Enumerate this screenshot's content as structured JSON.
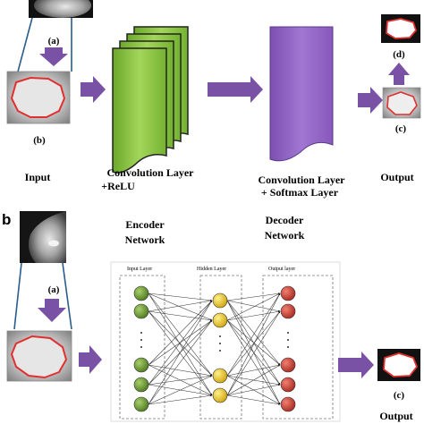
{
  "panel_b_letter": "b",
  "panel_a": {
    "labels": {
      "a": "(a)",
      "b": "(b)",
      "c": "(c)",
      "d": "(d)"
    },
    "input_label": "Input",
    "conv_label_line1": "Convolution Layer",
    "conv_label_line2": "+ReLU",
    "conv_softmax_line1": "Convolution Layer",
    "conv_softmax_line2": "+ Softmax Layer",
    "output_label": "Output"
  },
  "panel_b": {
    "labels": {
      "a": "(a)",
      "c": "(c)"
    },
    "encoder_line1": "Encoder",
    "encoder_line2": "Network",
    "decoder_line1": "Decoder",
    "decoder_line2": "Network",
    "input_layer": "Input Layer",
    "hidden_layer": "Hidden Layer",
    "output_layer": "Output layer",
    "output_label": "Output"
  },
  "colors": {
    "arrow": "#7a52a5",
    "green_layer": "#8cc63f",
    "purple_layer": "#8e5fc1",
    "input_node": "#6f9a3a",
    "hidden_node": "#e8c82e",
    "output_node": "#c8453a",
    "contour": "#e03030"
  }
}
